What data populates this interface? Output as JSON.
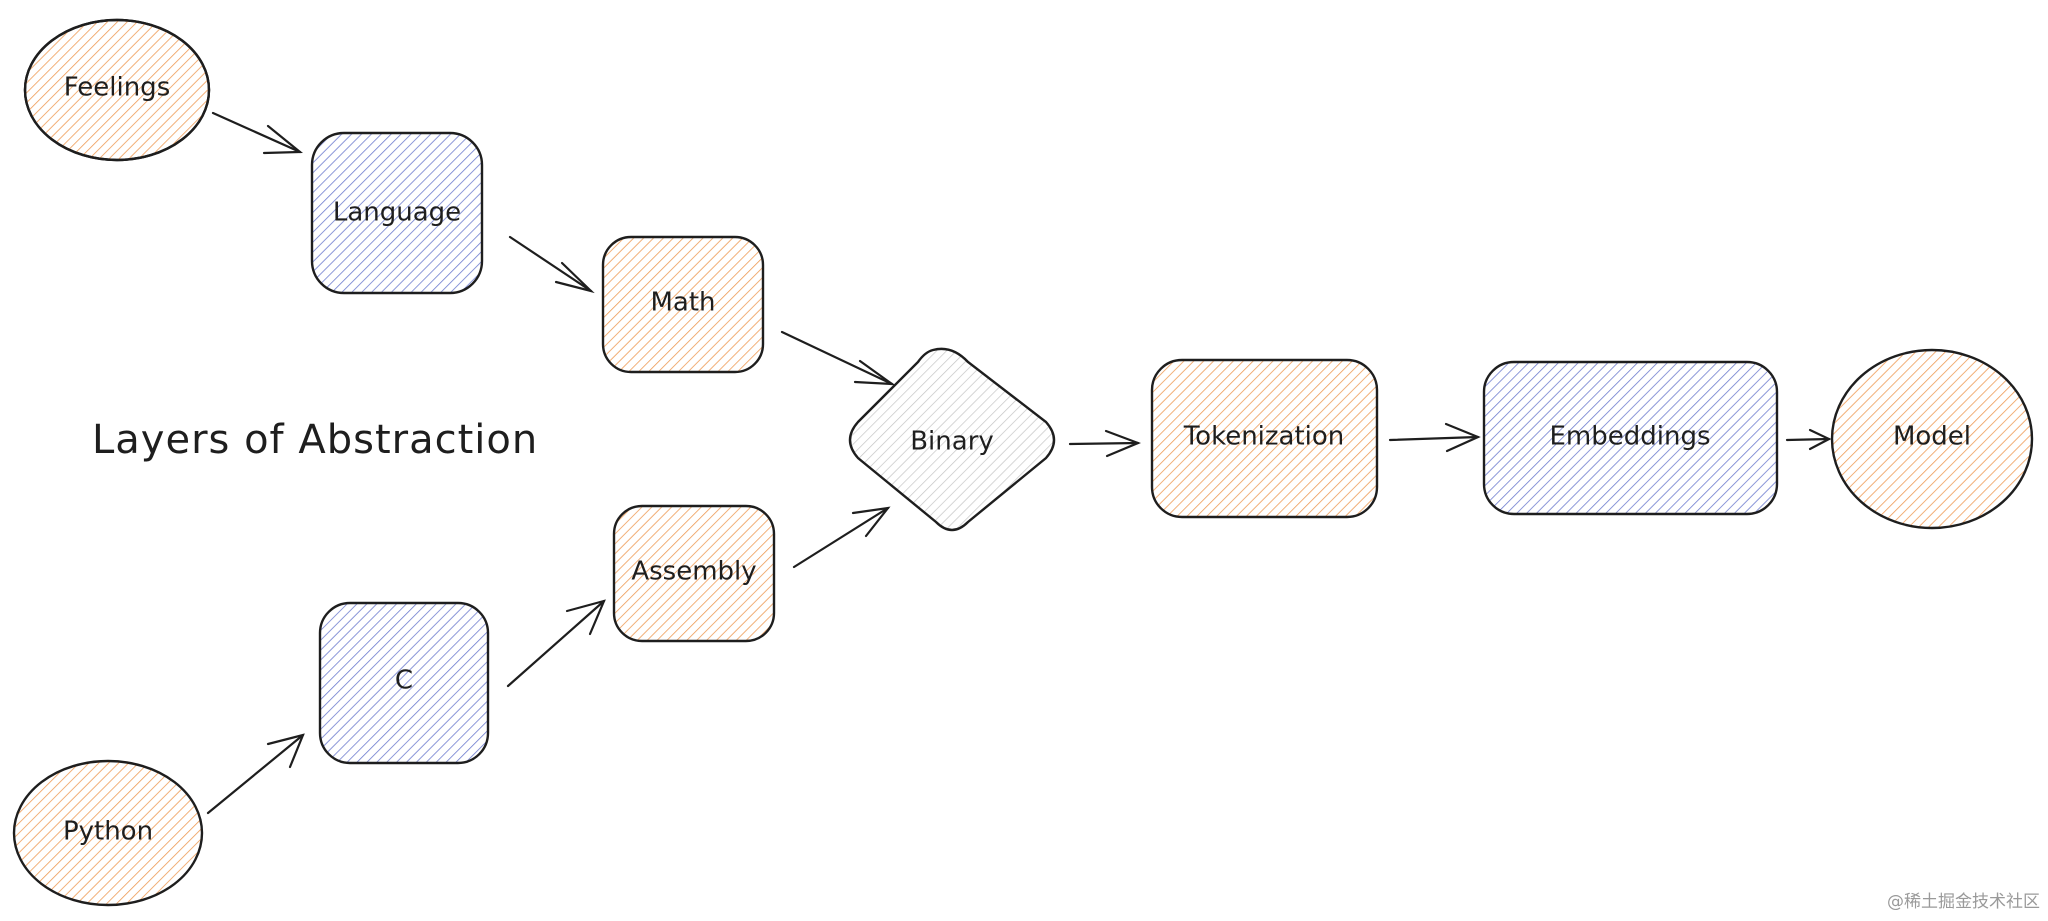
{
  "title": "Layers of Abstraction",
  "watermark": "@稀土掘金技术社区",
  "colors": {
    "orange": "#f0b37d",
    "blue": "#8a96d8",
    "gray": "#d9d9d9",
    "stroke": "#1e1e1e"
  },
  "nodes": {
    "feelings": {
      "label": "Feelings",
      "shape": "ellipse",
      "color": "orange"
    },
    "language": {
      "label": "Language",
      "shape": "rounded-rect",
      "color": "blue"
    },
    "math": {
      "label": "Math",
      "shape": "rounded-rect",
      "color": "orange"
    },
    "python": {
      "label": "Python",
      "shape": "ellipse",
      "color": "orange"
    },
    "c": {
      "label": "C",
      "shape": "rounded-rect",
      "color": "blue"
    },
    "assembly": {
      "label": "Assembly",
      "shape": "rounded-rect",
      "color": "orange"
    },
    "binary": {
      "label": "Binary",
      "shape": "diamond",
      "color": "gray"
    },
    "tokenization": {
      "label": "Tokenization",
      "shape": "rounded-rect",
      "color": "orange"
    },
    "embeddings": {
      "label": "Embeddings",
      "shape": "rounded-rect",
      "color": "blue"
    },
    "model": {
      "label": "Model",
      "shape": "ellipse",
      "color": "orange"
    }
  },
  "edges": [
    {
      "from": "feelings",
      "to": "language"
    },
    {
      "from": "language",
      "to": "math"
    },
    {
      "from": "math",
      "to": "binary"
    },
    {
      "from": "python",
      "to": "c"
    },
    {
      "from": "c",
      "to": "assembly"
    },
    {
      "from": "assembly",
      "to": "binary"
    },
    {
      "from": "binary",
      "to": "tokenization"
    },
    {
      "from": "tokenization",
      "to": "embeddings"
    },
    {
      "from": "embeddings",
      "to": "model"
    }
  ]
}
